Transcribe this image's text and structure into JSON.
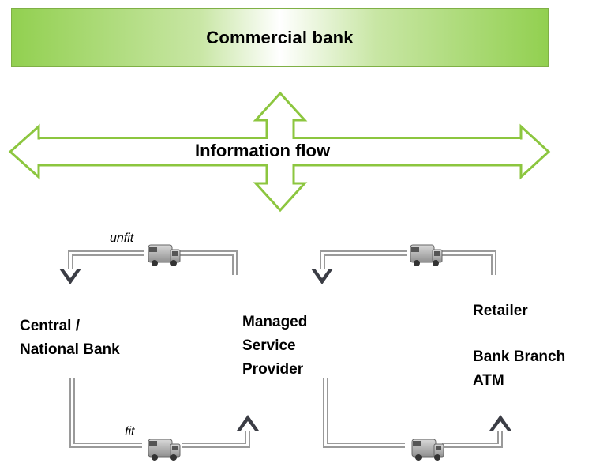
{
  "banner": {
    "title": "Commercial bank"
  },
  "center": {
    "label": "Information flow"
  },
  "nodes": {
    "central_bank": {
      "line1": "Central /",
      "line2": "National Bank"
    },
    "msp": {
      "line1": "Managed",
      "line2": "Service",
      "line3": "Provider"
    },
    "retailer": {
      "line1": "Retailer",
      "line2": "Bank Branch",
      "line3": "ATM"
    }
  },
  "flows": {
    "unfit_label": "unfit",
    "fit_label": "fit"
  },
  "colors": {
    "accent_green": "#92d050",
    "arrow_outline": "#8cc63f",
    "chevron_dark": "#3b3d45"
  },
  "icons": [
    "armored-truck-icon",
    "arrow-icon"
  ]
}
